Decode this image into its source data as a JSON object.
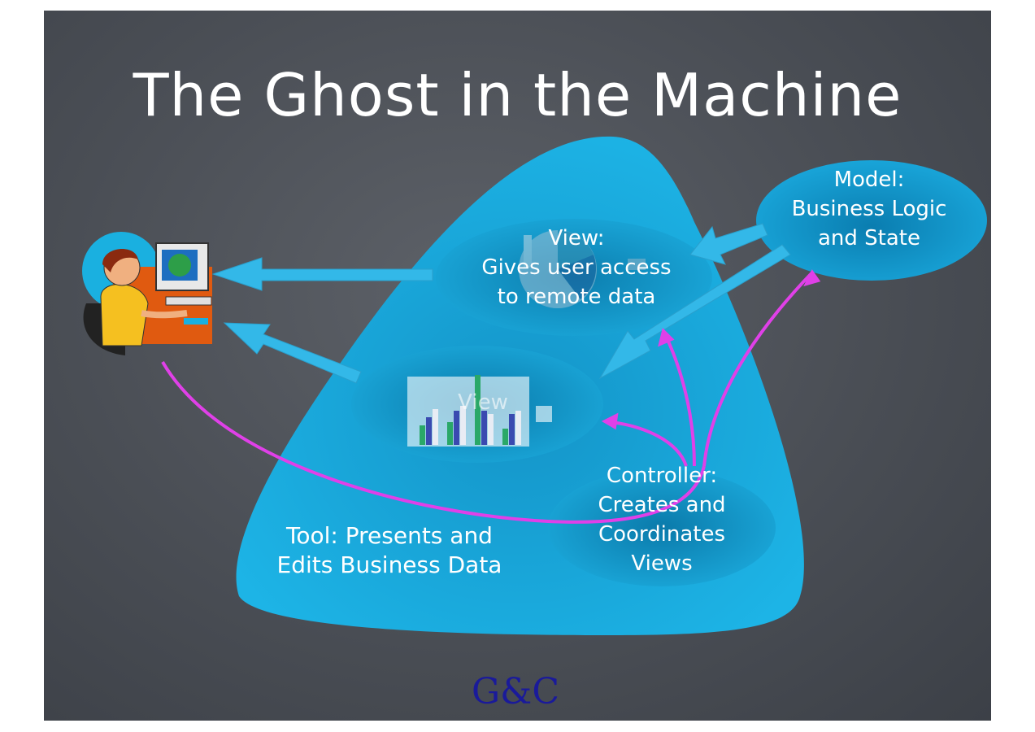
{
  "title": "The Ghost in the Machine",
  "model": {
    "line1": "Model:",
    "line2": "Business Logic",
    "line3": "and State"
  },
  "view_top": {
    "line1": "View:",
    "line2": "Gives user access",
    "line3": "to remote data"
  },
  "view_chart": {
    "label": "View"
  },
  "controller": {
    "line1": "Controller:",
    "line2": "Creates and",
    "line3": "Coordinates",
    "line4": "Views"
  },
  "tool": {
    "line1": "Tool: Presents and",
    "line2": "Edits Business Data"
  },
  "footer": "G&C",
  "colors": {
    "background": "#4a4e55",
    "tool_shape": "#1aa6d6",
    "ellipse": "#0c8cc0",
    "arrow": "#33b8e8",
    "controller_lines": "#e040e8",
    "footer": "#1a1a9a"
  }
}
